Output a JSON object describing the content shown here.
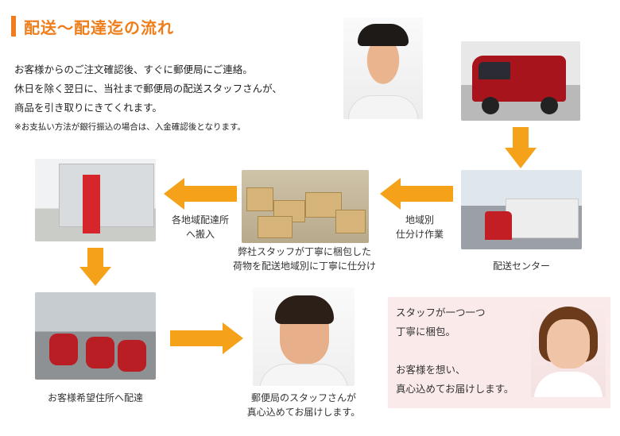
{
  "page": {
    "title": "配送〜配達迄の流れ",
    "intro": [
      "お客様からのご注文確認後、すぐに郵便局にご連絡。",
      "休日を除く翌日に、当社まで郵便局の配送スタッフさんが、",
      "商品を引き取りにきてくれます。"
    ],
    "note": "※お支払い方法が銀行振込の場合は、入金確認後となります。"
  },
  "steps": {
    "sorting": [
      "地域別",
      "仕分け作業"
    ],
    "center": "配送センター",
    "packing": [
      "弊社スタッフが丁寧に梱包した",
      "荷物を配送地域別に丁寧に仕分け"
    ],
    "carry_in": [
      "各地域配達所",
      "へ搬入"
    ],
    "delivery": "お客様希望住所へ配達",
    "staff_deliver": [
      "郵便局のスタッフさんが",
      "真心込めてお届けします。"
    ]
  },
  "pink_box": {
    "lines": [
      "スタッフが一つ一つ",
      "丁寧に梱包。",
      "",
      "お客様を想い、",
      "真心込めてお届けします。"
    ]
  },
  "colors": {
    "accent": "#f5a21a",
    "title": "#ef7d1a",
    "pink_bg": "#fbeaea"
  }
}
